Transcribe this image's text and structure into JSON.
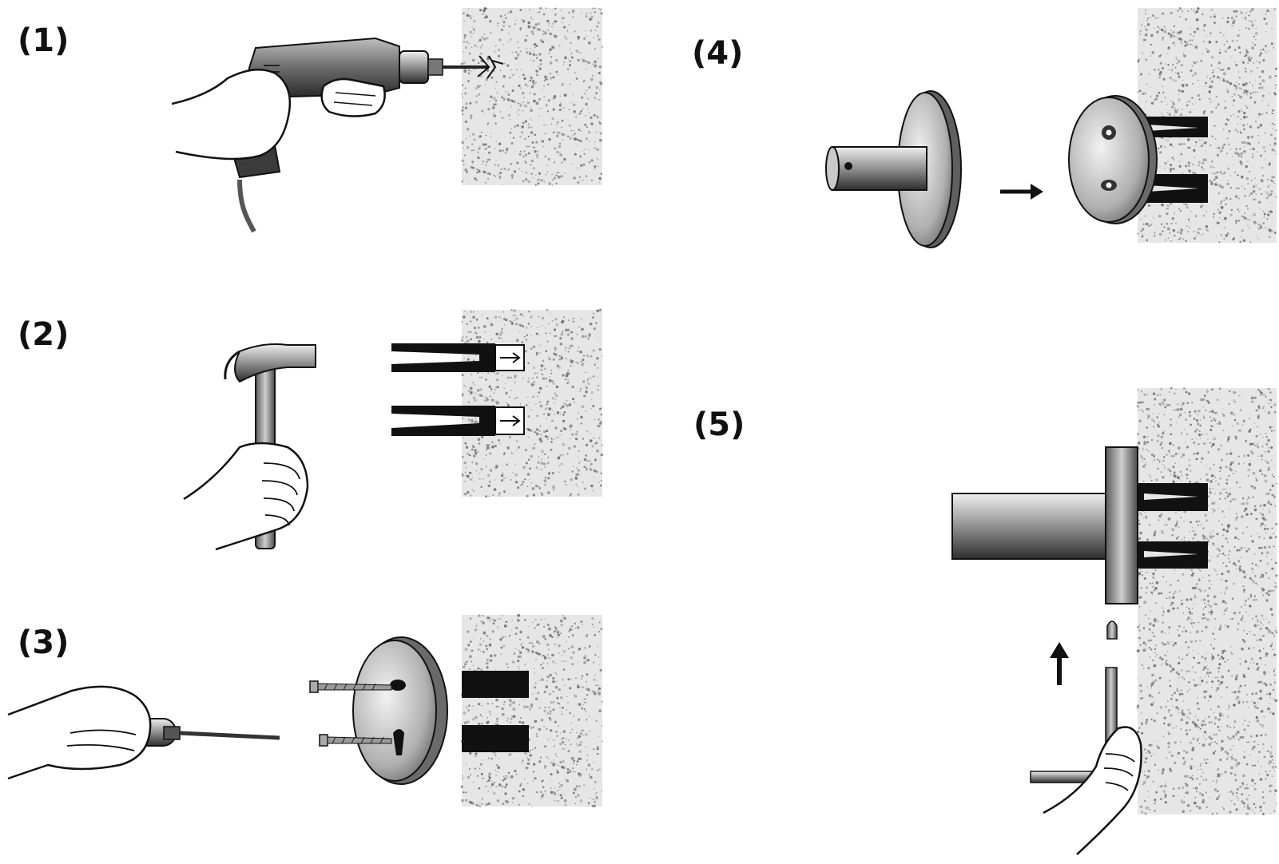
{
  "steps": [
    {
      "number": "(1)"
    },
    {
      "number": "(2)"
    },
    {
      "number": "(3)"
    },
    {
      "number": "(4)"
    },
    {
      "number": "(5)"
    }
  ],
  "colors": {
    "ink": "#111111",
    "metal_dark": "#3a3a3a",
    "metal_mid": "#8a8a8a",
    "metal_light": "#d9d9d9",
    "wall_speckle": "#6b6b6b",
    "skin": "#ffffff"
  }
}
